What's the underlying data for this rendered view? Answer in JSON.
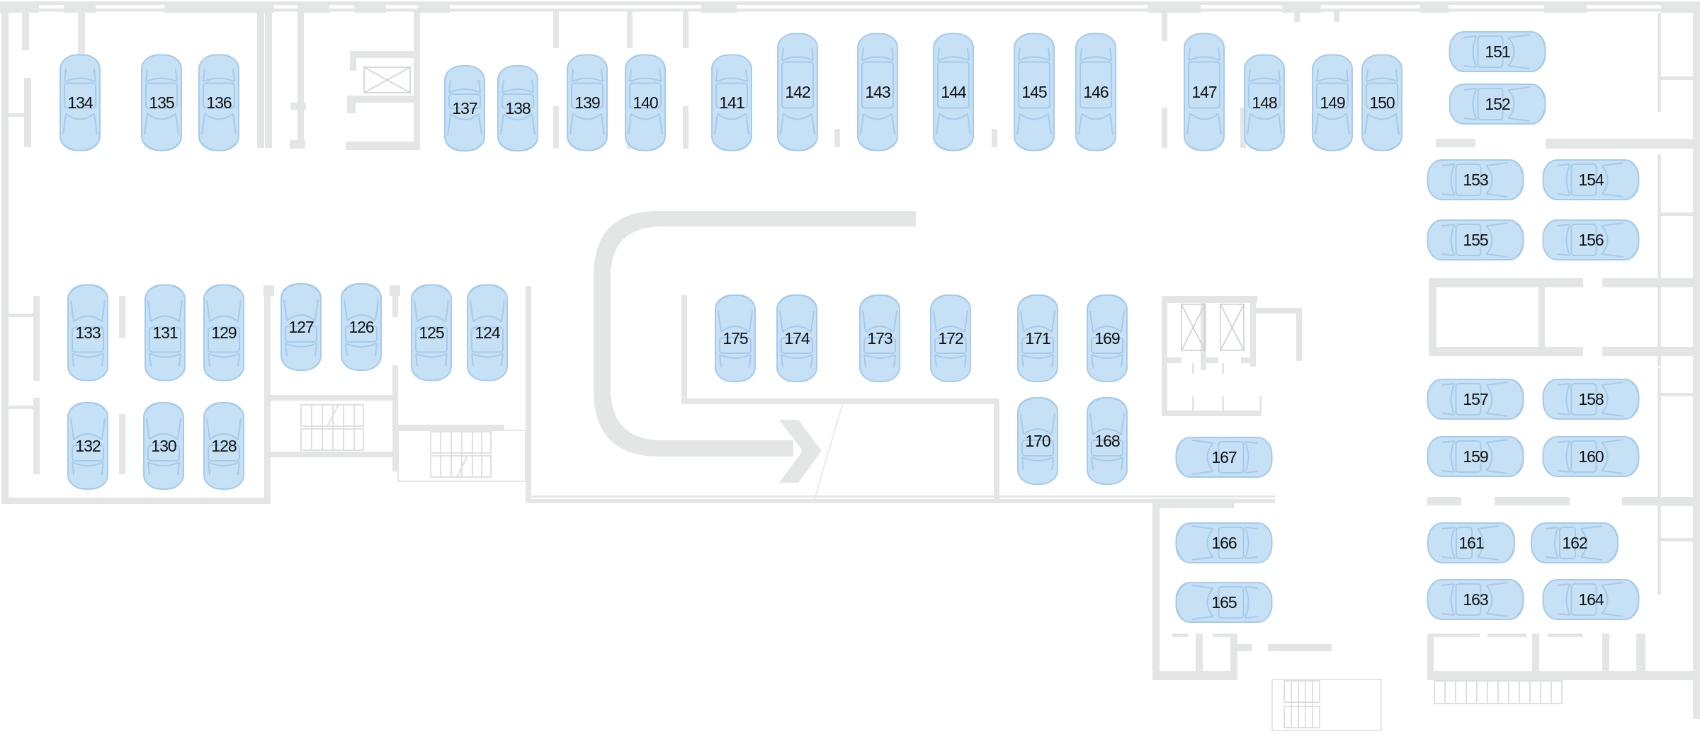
{
  "map": {
    "title": "Parking floor plan",
    "legend_colors": {
      "spot_fill": "#c6e0f5",
      "spot_stroke": "#a6cbea",
      "wall": "#e4e5e5",
      "label": "#111111"
    },
    "ramp_direction": "ramp-arrow-right",
    "spots": [
      {
        "id": "124",
        "label": "124"
      },
      {
        "id": "125",
        "label": "125"
      },
      {
        "id": "126",
        "label": "126"
      },
      {
        "id": "127",
        "label": "127"
      },
      {
        "id": "128",
        "label": "128"
      },
      {
        "id": "129",
        "label": "129"
      },
      {
        "id": "130",
        "label": "130"
      },
      {
        "id": "131",
        "label": "131"
      },
      {
        "id": "132",
        "label": "132"
      },
      {
        "id": "133",
        "label": "133"
      },
      {
        "id": "134",
        "label": "134"
      },
      {
        "id": "135",
        "label": "135"
      },
      {
        "id": "136",
        "label": "136"
      },
      {
        "id": "137",
        "label": "137"
      },
      {
        "id": "138",
        "label": "138"
      },
      {
        "id": "139",
        "label": "139"
      },
      {
        "id": "140",
        "label": "140"
      },
      {
        "id": "141",
        "label": "141"
      },
      {
        "id": "142",
        "label": "142"
      },
      {
        "id": "143",
        "label": "143"
      },
      {
        "id": "144",
        "label": "144"
      },
      {
        "id": "145",
        "label": "145"
      },
      {
        "id": "146",
        "label": "146"
      },
      {
        "id": "147",
        "label": "147"
      },
      {
        "id": "148",
        "label": "148"
      },
      {
        "id": "149",
        "label": "149"
      },
      {
        "id": "150",
        "label": "150"
      },
      {
        "id": "151",
        "label": "151"
      },
      {
        "id": "152",
        "label": "152"
      },
      {
        "id": "153",
        "label": "153"
      },
      {
        "id": "154",
        "label": "154"
      },
      {
        "id": "155",
        "label": "155"
      },
      {
        "id": "156",
        "label": "156"
      },
      {
        "id": "157",
        "label": "157"
      },
      {
        "id": "158",
        "label": "158"
      },
      {
        "id": "159",
        "label": "159"
      },
      {
        "id": "160",
        "label": "160"
      },
      {
        "id": "161",
        "label": "161"
      },
      {
        "id": "162",
        "label": "162"
      },
      {
        "id": "163",
        "label": "163"
      },
      {
        "id": "164",
        "label": "164"
      },
      {
        "id": "165",
        "label": "165"
      },
      {
        "id": "166",
        "label": "166"
      },
      {
        "id": "167",
        "label": "167"
      },
      {
        "id": "168",
        "label": "168"
      },
      {
        "id": "169",
        "label": "169"
      },
      {
        "id": "170",
        "label": "170"
      },
      {
        "id": "171",
        "label": "171"
      },
      {
        "id": "172",
        "label": "172"
      },
      {
        "id": "173",
        "label": "173"
      },
      {
        "id": "174",
        "label": "174"
      },
      {
        "id": "175",
        "label": "175"
      }
    ]
  }
}
